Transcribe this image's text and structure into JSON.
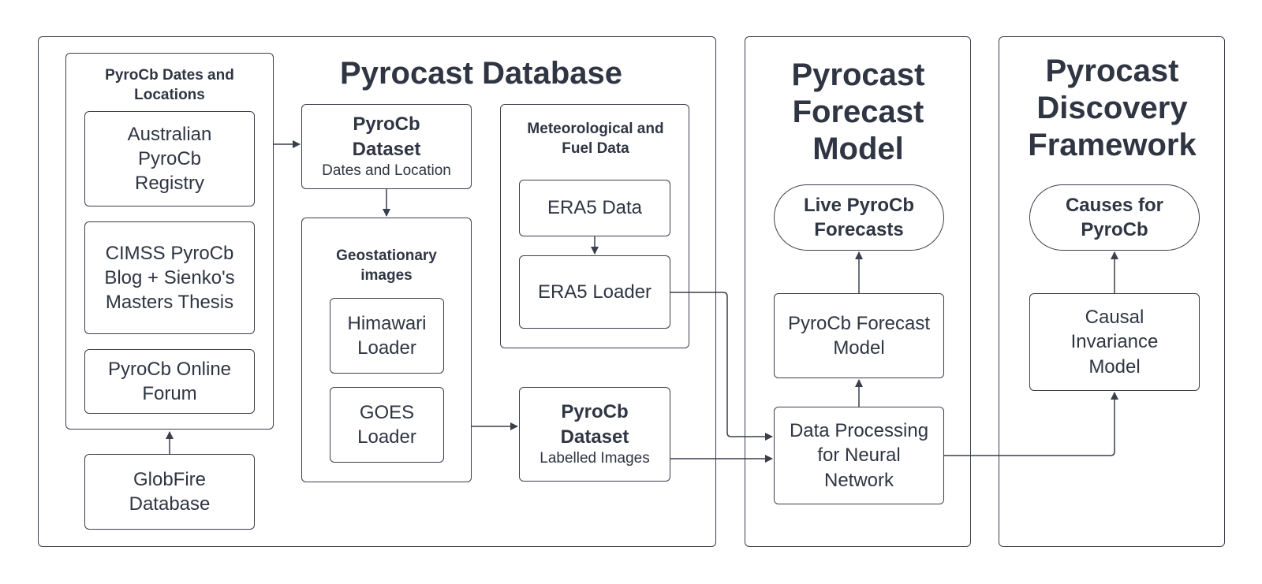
{
  "database": {
    "title": "Pyrocast Database",
    "dates_locations": {
      "title": "PyroCb Dates and Locations",
      "sources": [
        "Australian PyroCb Registry",
        "CIMSS PyroCb Blog + Sienko's Masters Thesis",
        "PyroCb Online Forum"
      ]
    },
    "globfire": "GlobFire Database",
    "pyrocb_dataset_dates": {
      "title": "PyroCb Dataset",
      "subtitle": "Dates and Location"
    },
    "geostationary": {
      "title": "Geostationary images",
      "himawari": "Himawari Loader",
      "goes": "GOES Loader"
    },
    "meteorological": {
      "title": "Meteorological and Fuel Data",
      "era5_data": "ERA5 Data",
      "era5_loader": "ERA5 Loader"
    },
    "pyrocb_dataset_images": {
      "title": "PyroCb Dataset",
      "subtitle": "Labelled Images"
    }
  },
  "forecast": {
    "title": "Pyrocast Forecast Model",
    "live": "Live PyroCb Forecasts",
    "model": "PyroCb Forecast Model",
    "processing": "Data Processing for Neural Network"
  },
  "discovery": {
    "title": "Pyrocast Discovery Framework",
    "causes": "Causes for PyroCb",
    "causal_model": "Causal Invariance Model"
  },
  "colors": {
    "stroke": "#3a3f4b",
    "text": "#2f3542",
    "background": "#ffffff"
  }
}
